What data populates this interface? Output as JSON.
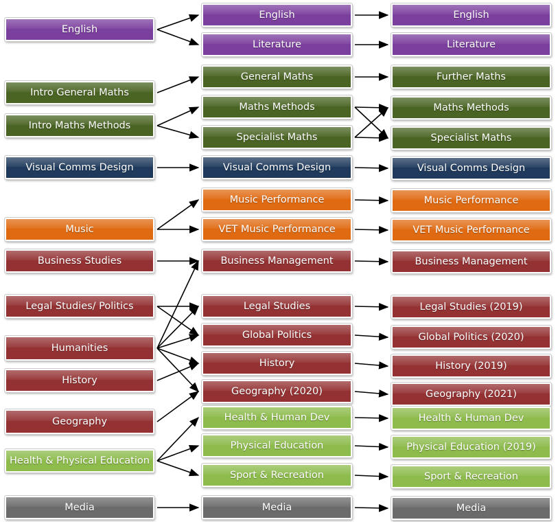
{
  "colors": {
    "english": "#7b3f9e",
    "maths": "#4a6423",
    "design": "#1f3a5c",
    "music": "#e06a12",
    "business": "#943233",
    "health": "#8dbb4c",
    "media": "#6b6b6b",
    "arrow": "#000000"
  },
  "column1": [
    {
      "label": "English",
      "group": "english"
    },
    {
      "label": "Intro General Maths",
      "group": "maths"
    },
    {
      "label": "Intro Maths Methods",
      "group": "maths"
    },
    {
      "label": "Visual Comms Design",
      "group": "design"
    },
    {
      "label": "Music",
      "group": "music"
    },
    {
      "label": "Business Studies",
      "group": "business"
    },
    {
      "label": "Legal Studies/ Politics",
      "group": "business"
    },
    {
      "label": "Humanities",
      "group": "business"
    },
    {
      "label": "History",
      "group": "business"
    },
    {
      "label": "Geography",
      "group": "business"
    },
    {
      "label": "Health & Physical Education",
      "group": "health"
    },
    {
      "label": "Media",
      "group": "media"
    }
  ],
  "column2": [
    {
      "label": "English",
      "group": "english"
    },
    {
      "label": "Literature",
      "group": "english"
    },
    {
      "label": "General Maths",
      "group": "maths"
    },
    {
      "label": "Maths Methods",
      "group": "maths"
    },
    {
      "label": "Specialist Maths",
      "group": "maths"
    },
    {
      "label": "Visual Comms Design",
      "group": "design"
    },
    {
      "label": "Music Performance",
      "group": "music"
    },
    {
      "label": "VET Music Performance",
      "group": "music"
    },
    {
      "label": "Business Management",
      "group": "business"
    },
    {
      "label": "Legal Studies",
      "group": "business"
    },
    {
      "label": "Global Politics",
      "group": "business"
    },
    {
      "label": "History",
      "group": "business"
    },
    {
      "label": "Geography (2020)",
      "group": "business"
    },
    {
      "label": "Health & Human Dev",
      "group": "health"
    },
    {
      "label": "Physical Education",
      "group": "health"
    },
    {
      "label": "Sport & Recreation",
      "group": "health"
    },
    {
      "label": "Media",
      "group": "media"
    }
  ],
  "column3": [
    {
      "label": "English",
      "group": "english"
    },
    {
      "label": "Literature",
      "group": "english"
    },
    {
      "label": "Further Maths",
      "group": "maths"
    },
    {
      "label": "Maths Methods",
      "group": "maths"
    },
    {
      "label": "Specialist Maths",
      "group": "maths"
    },
    {
      "label": "Visual Comms Design",
      "group": "design"
    },
    {
      "label": "Music Performance",
      "group": "music"
    },
    {
      "label": "VET Music Performance",
      "group": "music"
    },
    {
      "label": "Business Management",
      "group": "business"
    },
    {
      "label": "Legal Studies (2019)",
      "group": "business"
    },
    {
      "label": "Global Politics (2020)",
      "group": "business"
    },
    {
      "label": "History (2019)",
      "group": "business"
    },
    {
      "label": "Geography (2021)",
      "group": "business"
    },
    {
      "label": "Health & Human Dev",
      "group": "health"
    },
    {
      "label": "Physical Education (2019)",
      "group": "health"
    },
    {
      "label": "Sport & Recreation",
      "group": "health"
    },
    {
      "label": "Media",
      "group": "media"
    }
  ],
  "links": [
    [
      "c1-0",
      "c2-0"
    ],
    [
      "c1-0",
      "c2-1"
    ],
    [
      "c2-0",
      "c3-0"
    ],
    [
      "c2-1",
      "c3-1"
    ],
    [
      "c1-1",
      "c2-2"
    ],
    [
      "c1-2",
      "c2-3"
    ],
    [
      "c1-2",
      "c2-4"
    ],
    [
      "c2-2",
      "c3-2"
    ],
    [
      "c2-3",
      "c3-3"
    ],
    [
      "c2-3",
      "c3-4"
    ],
    [
      "c2-4",
      "c3-3"
    ],
    [
      "c2-4",
      "c3-4"
    ],
    [
      "c1-3",
      "c2-5"
    ],
    [
      "c2-5",
      "c3-5"
    ],
    [
      "c1-4",
      "c2-6"
    ],
    [
      "c1-4",
      "c2-7"
    ],
    [
      "c2-6",
      "c3-6"
    ],
    [
      "c2-7",
      "c3-7"
    ],
    [
      "c1-5",
      "c2-8"
    ],
    [
      "c2-8",
      "c3-8"
    ],
    [
      "c1-6",
      "c2-9"
    ],
    [
      "c1-6",
      "c2-10"
    ],
    [
      "c1-7",
      "c2-8"
    ],
    [
      "c1-7",
      "c2-9"
    ],
    [
      "c1-7",
      "c2-10"
    ],
    [
      "c1-7",
      "c2-11"
    ],
    [
      "c1-7",
      "c2-12"
    ],
    [
      "c1-8",
      "c2-11"
    ],
    [
      "c1-9",
      "c2-12"
    ],
    [
      "c2-9",
      "c3-9"
    ],
    [
      "c2-10",
      "c3-10"
    ],
    [
      "c2-11",
      "c3-11"
    ],
    [
      "c2-12",
      "c3-12"
    ],
    [
      "c1-10",
      "c2-13"
    ],
    [
      "c1-10",
      "c2-14"
    ],
    [
      "c1-10",
      "c2-15"
    ],
    [
      "c2-13",
      "c3-13"
    ],
    [
      "c2-14",
      "c3-14"
    ],
    [
      "c2-15",
      "c3-15"
    ],
    [
      "c1-11",
      "c2-16"
    ],
    [
      "c2-16",
      "c3-16"
    ]
  ]
}
